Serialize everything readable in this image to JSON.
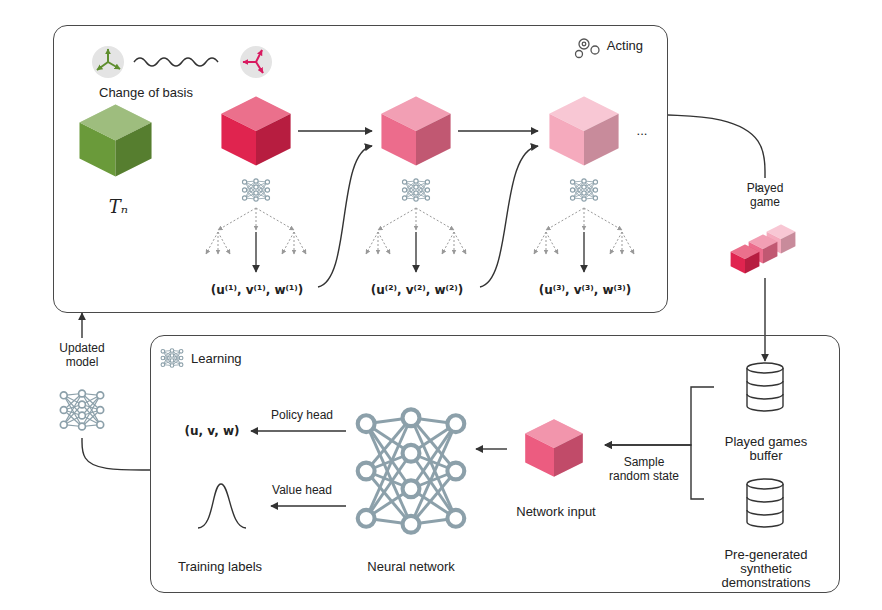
{
  "diagram": {
    "nodes": [
      {
        "text": [
          "Acting"
        ]
      },
      {
        "text": [
          "Tₙ"
        ],
        "in": 0
      },
      {
        "text": [
          "Change of basis"
        ],
        "in": 0
      },
      {
        "text": [
          "(u⁽¹⁾, v⁽¹⁾, w⁽¹⁾)"
        ],
        "in": 0
      },
      {
        "text": [
          "(u⁽²⁾, v⁽²⁾, w⁽²⁾)"
        ],
        "in": 0
      },
      {
        "text": [
          "(u⁽³⁾, v⁽³⁾, w⁽³⁾)"
        ],
        "in": 0
      },
      {
        "text": [
          "Played game"
        ]
      },
      {
        "text": [
          "Learning"
        ]
      },
      {
        "text": [
          "Played games buffer"
        ],
        "in": 7
      },
      {
        "text": [
          "Pre-generated synthetic demonstrations"
        ],
        "in": 7
      },
      {
        "text": [
          "Network input"
        ],
        "in": 7
      },
      {
        "text": [
          "Neural network"
        ],
        "in": 7
      },
      {
        "text": [
          "(u, v, w)"
        ],
        "in": 7
      },
      {
        "text": [
          "Training labels"
        ],
        "in": 7
      },
      {
        "text": [
          "Updated model"
        ]
      }
    ],
    "edges": [
      {
        "from": 6,
        "to": 8,
        "arrow": "to"
      },
      {
        "from": 8,
        "to": 10,
        "label": "Sample random state",
        "arrow": "to"
      },
      {
        "from": 9,
        "to": 10,
        "arrow": "to"
      },
      {
        "from": 10,
        "to": 11,
        "arrow": "to"
      },
      {
        "from": 11,
        "to": 12,
        "label": "Policy head",
        "arrow": "to"
      },
      {
        "from": 11,
        "to": 13,
        "label": "Value head",
        "arrow": "to"
      },
      {
        "from": 7,
        "to": 14,
        "arrow": "none"
      },
      {
        "from": 14,
        "to": 0,
        "arrow": "to"
      },
      {
        "from": 0,
        "to": 6,
        "arrow": "none"
      }
    ],
    "labels": [
      "..."
    ]
  }
}
